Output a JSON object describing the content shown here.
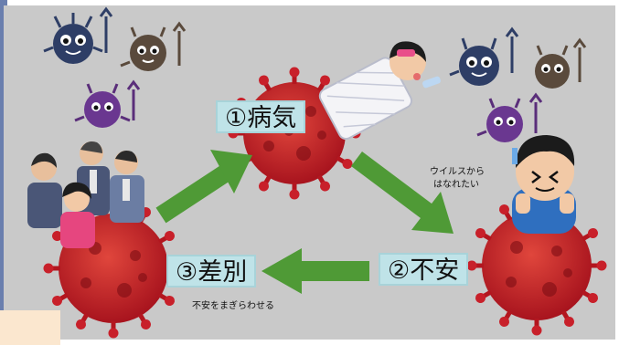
{
  "nodes": {
    "illness": "①病気",
    "anxiety": "②不安",
    "discrimination": "③差別"
  },
  "annotations": {
    "escape_line1": "ウイルスから",
    "escape_line2": "はなれたい",
    "distract": "不安をまぎらわせる"
  },
  "colors": {
    "background": "#c9c9c9",
    "virus": "#c8202a",
    "arrow": "#4f9a36",
    "label_box": "#bfe3e8"
  }
}
